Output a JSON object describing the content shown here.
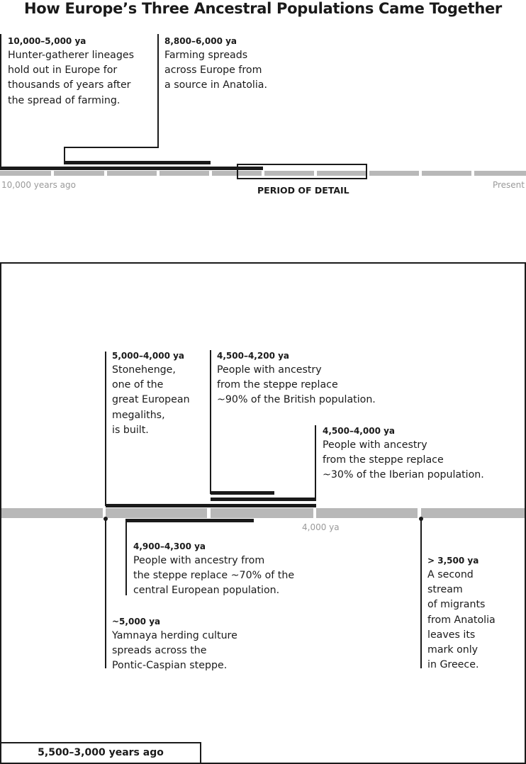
{
  "title": "How Europe’s Three Ancestral Populations Came Together",
  "top_timeline": {
    "left_label": "10,000 years ago",
    "right_label": "Present",
    "detail_label": "PERIOD OF DETAIL",
    "events": [
      {
        "date": "10,000–5,000 ya",
        "lines": [
          "Hunter-gatherer lineages",
          "hold out in Europe for",
          "thousands of years after",
          "the spread of farming."
        ]
      },
      {
        "date": "8,800–6,000 ya",
        "lines": [
          "Farming spreads",
          "across Europe from",
          "a source in Anatolia."
        ]
      }
    ]
  },
  "detail_timeline": {
    "range_label": "5,500–3,000 years ago",
    "tick_label": "4,000 ya",
    "events": [
      {
        "date": "5,000–4,000 ya",
        "lines": [
          "Stonehenge,",
          "one of the",
          "great European",
          "megaliths,",
          "is built."
        ]
      },
      {
        "date": "4,500–4,200 ya",
        "lines": [
          "People with ancestry",
          "from the steppe replace",
          "~90% of the British population."
        ]
      },
      {
        "date": "4,500–4,000 ya",
        "lines": [
          "People with ancestry",
          "from the steppe replace",
          "~30% of the Iberian population."
        ]
      },
      {
        "date": "4,900–4,300 ya",
        "lines": [
          "People with ancestry from",
          "the steppe replace ~70% of the",
          "central European population."
        ]
      },
      {
        "date": "~5,000 ya",
        "lines": [
          "Yamnaya herding culture",
          "spreads across the",
          "Pontic-Caspian steppe."
        ]
      },
      {
        "date": "> 3,500 ya",
        "lines": [
          "A second",
          "stream",
          "of migrants",
          "from Anatolia",
          "leaves its",
          "mark only",
          "in Greece."
        ]
      }
    ]
  }
}
